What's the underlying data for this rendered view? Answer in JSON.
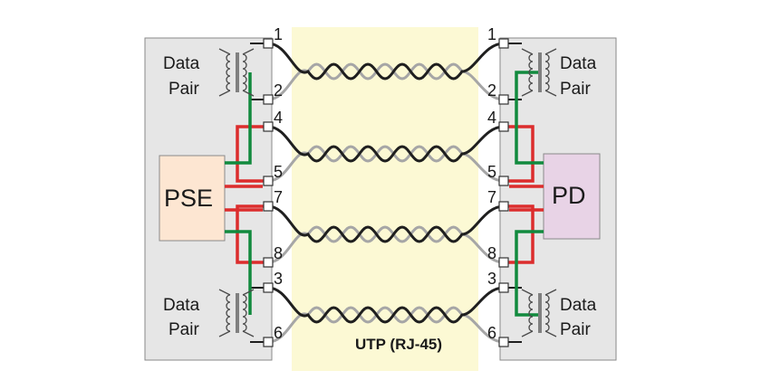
{
  "diagram": {
    "left_block": {
      "box_label": "PSE",
      "data_pair_top": {
        "line1": "Data",
        "line2": "Pair"
      },
      "data_pair_bottom": {
        "line1": "Data",
        "line2": "Pair"
      }
    },
    "right_block": {
      "box_label": "PD",
      "data_pair_top": {
        "line1": "Data",
        "line2": "Pair"
      },
      "data_pair_bottom": {
        "line1": "Data",
        "line2": "Pair"
      }
    },
    "pins_left": [
      "1",
      "2",
      "4",
      "5",
      "7",
      "8",
      "3",
      "6"
    ],
    "pins_right": [
      "1",
      "2",
      "4",
      "5",
      "7",
      "8",
      "3",
      "6"
    ],
    "cable_label": "UTP (RJ-45)"
  },
  "colors": {
    "panel": "#e6e6e6",
    "cable_band": "#fcf9d4",
    "pse_fill": "#fde6d2",
    "pd_fill": "#e8d3e6",
    "power_positive": "#dc2d2d",
    "power_negative": "#128a3e",
    "wire_dark": "#1f1f1f",
    "wire_light": "#a6a6a6"
  }
}
